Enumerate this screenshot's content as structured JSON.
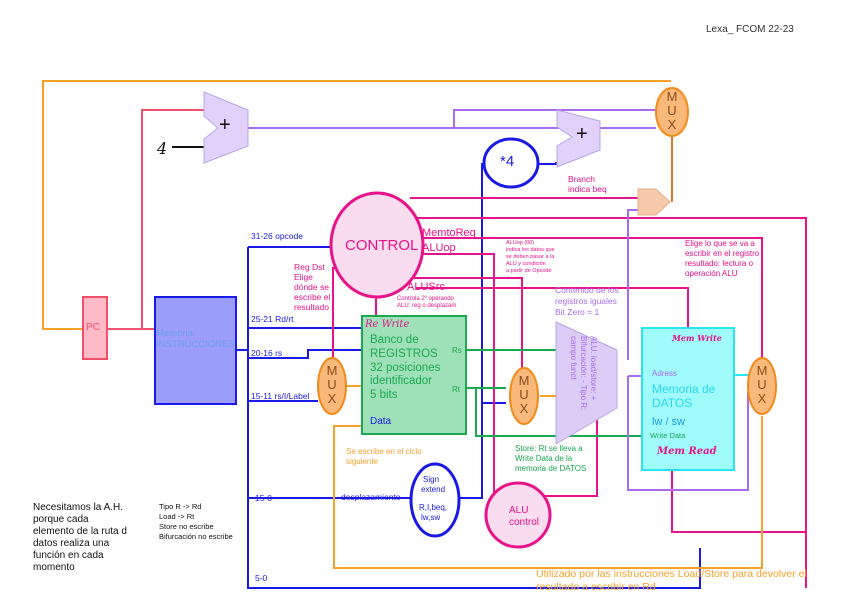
{
  "header": {
    "title": "Lexa_  FCOM 22-23"
  },
  "colors": {
    "orange": "#f7a02a",
    "pink": "#e8128a",
    "blue": "#1a1ae6",
    "purple": "#a86cf0",
    "green": "#1aa850",
    "cyan": "#28e6f0",
    "red": "#f0506a"
  },
  "blocks": {
    "pc": {
      "label": "PC"
    },
    "adder_pc": {
      "symbol": "+",
      "const": "4"
    },
    "adder_branch": {
      "symbol": "+"
    },
    "shift": {
      "label": "*4"
    },
    "mux_pc": {
      "label": "MUX"
    },
    "mux_regdst": {
      "label": "MUX"
    },
    "mux_alusrc": {
      "label": "MUX"
    },
    "mux_memtoreg": {
      "label": "MUX"
    },
    "control": {
      "label": "CONTROL"
    },
    "instr_mem": {
      "line1": "Memoria",
      "line2": "INSTRUCCIONES"
    },
    "regfile": {
      "write_signal": "Re Write",
      "lines": [
        "Banco de",
        "REGISTROS",
        "32 posiciones",
        "identificador",
        "5 bits"
      ],
      "port_rs": "Rs",
      "port_rt": "Rt",
      "port_data": "Data"
    },
    "alu": {
      "label": "ALU: load/store: + Bifurcación: - Tipo R: campo funct"
    },
    "data_mem": {
      "mem_write": "Mem Write",
      "address": "Adress",
      "title1": "Memoria de",
      "title2": "DATOS",
      "ops": "lw / sw",
      "write_data": "Write Data",
      "mem_read": "Mem Read"
    },
    "sign_extend": {
      "lines": [
        "Sign",
        "extend",
        "R,I,beq,",
        "lw,sw"
      ]
    },
    "alu_control": {
      "lines": [
        "ALU",
        "control"
      ]
    }
  },
  "signals": {
    "memtoreg": "MemtoReg",
    "aluop": "ALUop",
    "alusrc": "ALUSrc",
    "branch": [
      "Branch",
      "indica beq"
    ]
  },
  "fields": {
    "opcode": "31-26 opcode",
    "rd_rt": "25-21 Rd/rt",
    "rs": "20-16 rs",
    "label": "15-11 rs/I/Label",
    "imm": "15-0",
    "funct": "5-0",
    "desplazamiento": "desplazamiento"
  },
  "notes": {
    "regdst": [
      "Reg Dst",
      "Elige",
      "dónde se",
      "escribe el",
      "resultado"
    ],
    "alusrc": [
      "Controla 2º operando",
      "ALU: reg o desplazam"
    ],
    "aluop": [
      "ALUop (00)",
      "indica los datos que",
      "se deben pasar a la",
      "ALU y condición",
      "a partir de Opcode"
    ],
    "zero": [
      "Contenido de los",
      "registros iguales",
      "Bit Zero = 1"
    ],
    "memtoreg": [
      "Elige lo que se va a",
      "escribir en el registro",
      "resultado: lectura o",
      "operación ALU"
    ],
    "write_cycle": [
      "Se escribe en el ciclo",
      "siguiente"
    ],
    "store": [
      "Store: Rt se lleva a",
      "Write Data de la",
      "memoria de DATOS"
    ],
    "loadstore": [
      "Utilizado por las instrucciones Load/Store para devolver el",
      "resultado a escribir en Rd"
    ],
    "hazard": [
      "Necesitamos la A.H.",
      "porque cada",
      "elemento de la ruta d",
      "datos realiza una",
      "función en cada",
      "momento"
    ],
    "write_rules": [
      "Tipo R -> Rd",
      "Load -> Rt",
      "Store no escribe",
      "Bifurcación no escribe"
    ]
  }
}
